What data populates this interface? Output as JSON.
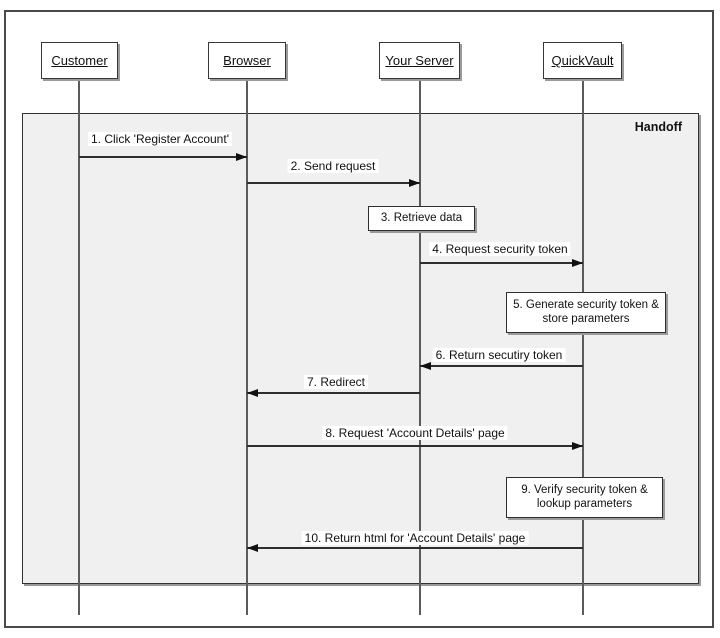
{
  "diagram": {
    "type": "uml-sequence-diagram",
    "frame": {
      "label": "Handoff"
    },
    "lifelines": [
      {
        "name": "Customer"
      },
      {
        "name": "Browser"
      },
      {
        "name": "Your Server"
      },
      {
        "name": "QuickVault"
      }
    ],
    "messages": [
      {
        "seq": 1,
        "label": "1. Click 'Register Account'",
        "kind": "arrow",
        "from": "Customer",
        "to": "Browser"
      },
      {
        "seq": 2,
        "label": "2. Send request",
        "kind": "arrow",
        "from": "Browser",
        "to": "Your Server"
      },
      {
        "seq": 3,
        "label": "3. Retrieve data",
        "kind": "action",
        "on": "Your Server"
      },
      {
        "seq": 4,
        "label": "4. Request security token",
        "kind": "arrow",
        "from": "Your Server",
        "to": "QuickVault"
      },
      {
        "seq": 5,
        "label": "5. Generate security token & store parameters",
        "kind": "action",
        "on": "QuickVault"
      },
      {
        "seq": 6,
        "label": "6. Return secutiry token",
        "kind": "arrow",
        "from": "QuickVault",
        "to": "Your Server"
      },
      {
        "seq": 7,
        "label": "7. Redirect",
        "kind": "arrow",
        "from": "Your Server",
        "to": "Browser"
      },
      {
        "seq": 8,
        "label": "8. Request 'Account Details' page",
        "kind": "arrow",
        "from": "Browser",
        "to": "QuickVault"
      },
      {
        "seq": 9,
        "label": "9. Verify security token & lookup parameters",
        "kind": "action",
        "on": "QuickVault"
      },
      {
        "seq": 10,
        "label": "10. Return html for 'Account Details' page",
        "kind": "arrow",
        "from": "QuickVault",
        "to": "Browser"
      }
    ],
    "colors": {
      "frame_fill": "#f0f0f0",
      "lifeline": "#5b5b5b",
      "line": "#2e2e2e",
      "box_fill": "#ffffff",
      "shadow": "#9b9b9b"
    }
  }
}
